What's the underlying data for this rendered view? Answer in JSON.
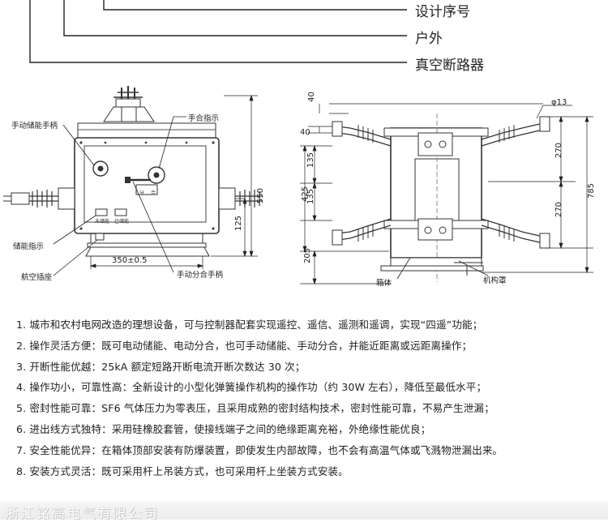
{
  "model_legend": {
    "items": [
      "设计序号",
      "户外",
      "真空断路器"
    ]
  },
  "front_view": {
    "labels": {
      "manual_charge_handle": "手动储能手柄",
      "closing_indicator": "手合指示",
      "charge_indicator": "储能指示",
      "aviation_socket": "航空插座",
      "manual_open_close_handle": "手动分合手柄",
      "uncharged": "未储能",
      "charged": "已储能",
      "open": "分",
      "close": "合"
    },
    "dimensions": {
      "base_width": "350±0.5",
      "height_total": "550",
      "height_lower": "125"
    }
  },
  "side_view": {
    "labels": {
      "tank": "箱体",
      "mechanism_cover": "机构罩"
    },
    "dimensions": {
      "d40_top": "40",
      "d40_mid": "40",
      "hole": "φ13",
      "d135_a": "135",
      "d135_b": "135",
      "d425": "425",
      "d205": "205",
      "d270_a": "270",
      "d270_b": "270",
      "d785": "785"
    }
  },
  "features": [
    "1. 城市和农村电网改造的理想设备，可与控制器配套实现遥控、遥信、遥测和遥调，实现“四遥”功能；",
    "2. 操作灵活方便：既可电动储能、电动分合，也可手动储能、手动分合，并能近距离或远距离操作；",
    "3. 开断性能优越：25kA 额定短路开断电流开断次数达 30 次；",
    "4. 操作功小，可靠性高：全新设计的小型化弹簧操作机构的操作功（约 30W 左右），降低至最低水平；",
    "5. 密封性能可靠：SF6 气体压力为零表压，且采用成熟的密封结构技术，密封性能可靠，不易产生泄漏；",
    "6. 进出线方式独特：采用硅橡胶套管，使接线端子之间的绝缘距离充裕，外绝缘性能优良；",
    "7. 安全性能优异：在箱体顶部安装有防爆装置，即使发生内部故障，也不会有高温气体或飞溅物泄漏出来。",
    "8. 安装方式灵活：既可采用杆上吊装方式，也可采用杆上坐装方式安装。"
  ],
  "watermark": "浙江铭高电气有限公司"
}
